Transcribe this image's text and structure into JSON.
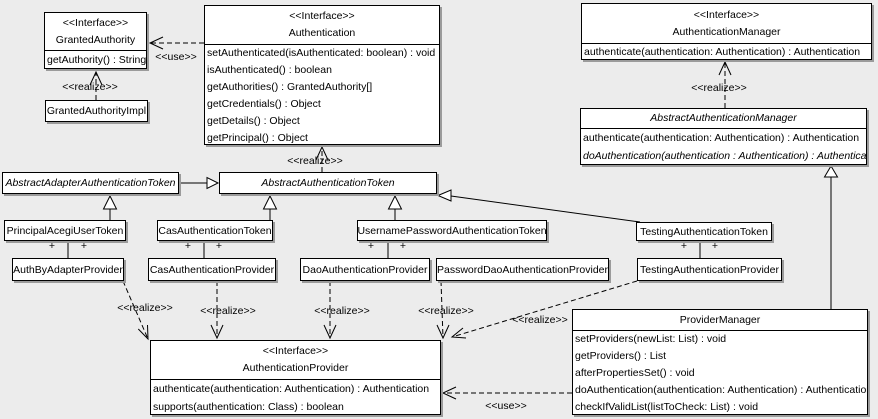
{
  "diagram": {
    "background_color": "#ececec",
    "box_fill_color": "#ffffff",
    "line_color": "#000000",
    "shadow_color": "#9b9b9b"
  },
  "labels": {
    "use": "<<use>>",
    "realize": "<<realize>>",
    "plus": "+"
  },
  "classes": {
    "granted_authority": {
      "stereotype": "<<Interface>>",
      "name": "GrantedAuthority",
      "methods": [
        "getAuthority() : String"
      ]
    },
    "granted_authority_impl": {
      "name": "GrantedAuthorityImpl"
    },
    "authentication": {
      "stereotype": "<<Interface>>",
      "name": "Authentication",
      "methods": [
        "setAuthenticated(isAuthenticated: boolean) : void",
        "isAuthenticated() : boolean",
        "getAuthorities() : GrantedAuthority[]",
        "getCredentials() : Object",
        "getDetails() : Object",
        "getPrincipal() : Object"
      ]
    },
    "authentication_manager": {
      "stereotype": "<<Interface>>",
      "name": "AuthenticationManager",
      "methods": [
        "authenticate(authentication: Authentication) : Authentication"
      ]
    },
    "abstract_authentication_manager": {
      "name": "AbstractAuthenticationManager",
      "abstract": true,
      "methods": [
        "authenticate(authentication: Authentication) : Authentication",
        "doAuthentication(authentication : Authentication) : Authentication"
      ]
    },
    "abstract_adapter_authentication_token": {
      "name": "AbstractAdapterAuthenticationToken",
      "abstract": true
    },
    "abstract_authentication_token": {
      "name": "AbstractAuthenticationToken",
      "abstract": true
    },
    "principal_acegi_user_token": {
      "name": "PrincipalAcegiUserToken"
    },
    "cas_authentication_token": {
      "name": "CasAuthenticationToken"
    },
    "username_password_authentication_token": {
      "name": "UsernamePasswordAuthenticationToken"
    },
    "testing_authentication_token": {
      "name": "TestingAuthenticationToken"
    },
    "auth_by_adapter_provider": {
      "name": "AuthByAdapterProvider"
    },
    "cas_authentication_provider": {
      "name": "CasAuthenticationProvider"
    },
    "dao_authentication_provider": {
      "name": "DaoAuthenticationProvider"
    },
    "password_dao_authentication_provider": {
      "name": "PasswordDaoAuthenticationProvider"
    },
    "testing_authentication_provider": {
      "name": "TestingAuthenticationProvider"
    },
    "authentication_provider": {
      "stereotype": "<<Interface>>",
      "name": "AuthenticationProvider",
      "methods": [
        "authenticate(authentication: Authentication) : Authentication",
        "supports(authentication: Class) : boolean"
      ]
    },
    "provider_manager": {
      "name": "ProviderManager",
      "methods": [
        "setProviders(newList: List) : void",
        "getProviders() : List",
        "afterPropertiesSet() : void",
        "doAuthentication(authentication: Authentication) : Authentication",
        "checkIfValidList(listToCheck: List) : void"
      ]
    }
  }
}
